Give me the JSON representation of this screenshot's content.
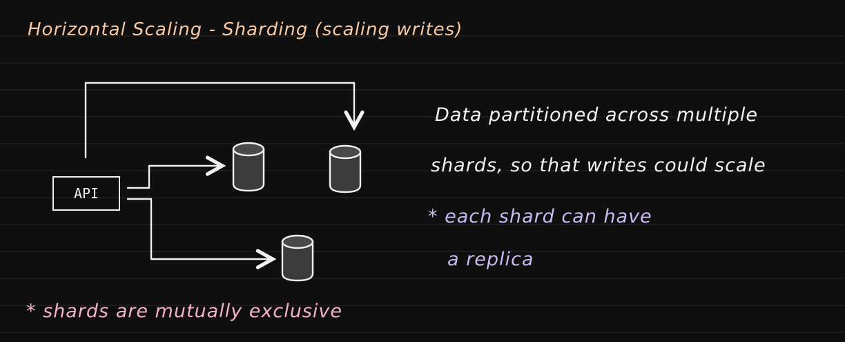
{
  "title": "Horizontal Scaling - Sharding (scaling writes)",
  "diagram": {
    "api_label": "API"
  },
  "notes": {
    "line1": "Data partitioned across multiple",
    "line2": "shards, so that writes could scale",
    "replica_line1": "* each shard can have",
    "replica_line2": "a replica",
    "exclusive": "* shards are mutually exclusive"
  },
  "colors": {
    "background": "#0f0f0f",
    "ruled_lines": "#2a2a2a",
    "title": "#f7c9a3",
    "main_text": "#f2f2f2",
    "replica_text": "#c9b9f2",
    "exclusive_text": "#f3b1c8"
  }
}
